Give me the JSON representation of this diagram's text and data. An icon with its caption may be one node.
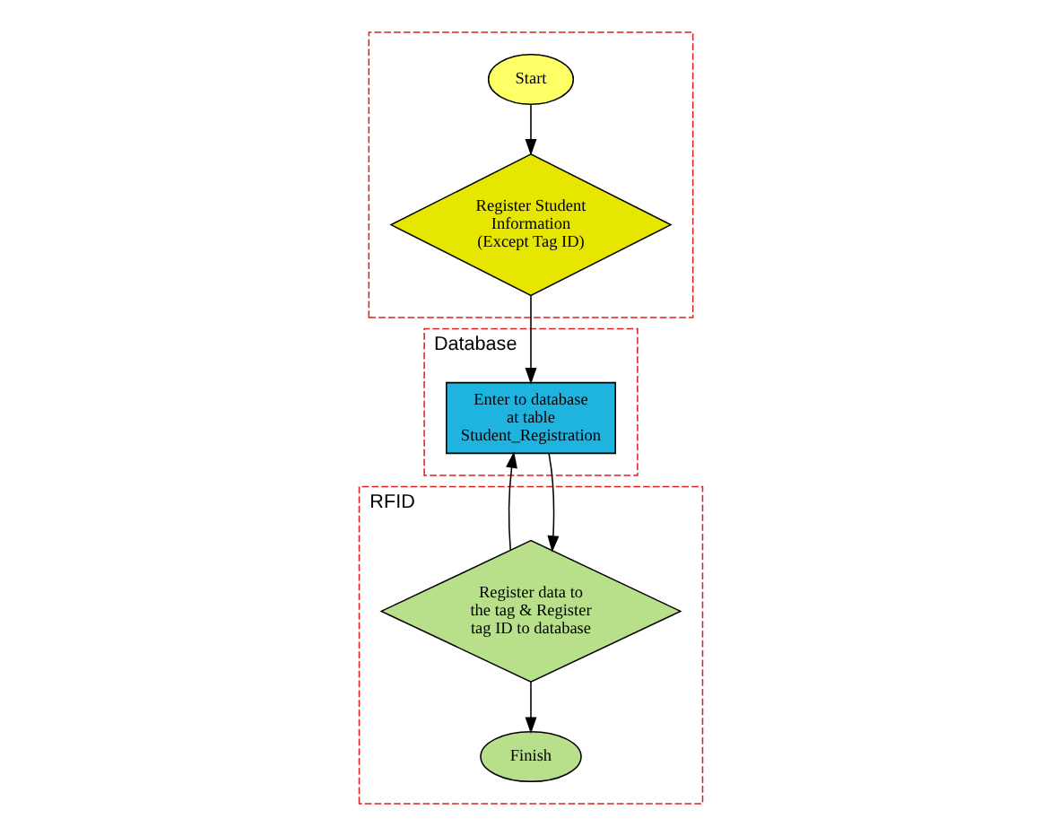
{
  "diagram": {
    "nodes": [
      {
        "text": [],
        "shape": "band"
      },
      {
        "text": [
          "Database"
        ]
      },
      {
        "text": [
          "RFID"
        ]
      },
      {
        "text": [
          "Start"
        ],
        "in": 0
      },
      {
        "text": [
          "Register Student Information (Except Tag ID)"
        ],
        "in": 0
      },
      {
        "text": [
          "Enter to database at table Student_Registration"
        ],
        "in": 1
      },
      {
        "text": [
          "Register data to the tag & Register tag ID to database"
        ],
        "in": 2
      },
      {
        "text": [
          "Finish"
        ],
        "in": 2
      }
    ],
    "edges": [
      {
        "from": 3,
        "to": 4,
        "arrow": "to"
      },
      {
        "from": 4,
        "to": 5,
        "arrow": "to"
      },
      {
        "from": 5,
        "to": 6,
        "arrow": "to"
      },
      {
        "from": 6,
        "to": 5,
        "arrow": "to"
      },
      {
        "from": 6,
        "to": 7,
        "arrow": "to"
      }
    ]
  }
}
